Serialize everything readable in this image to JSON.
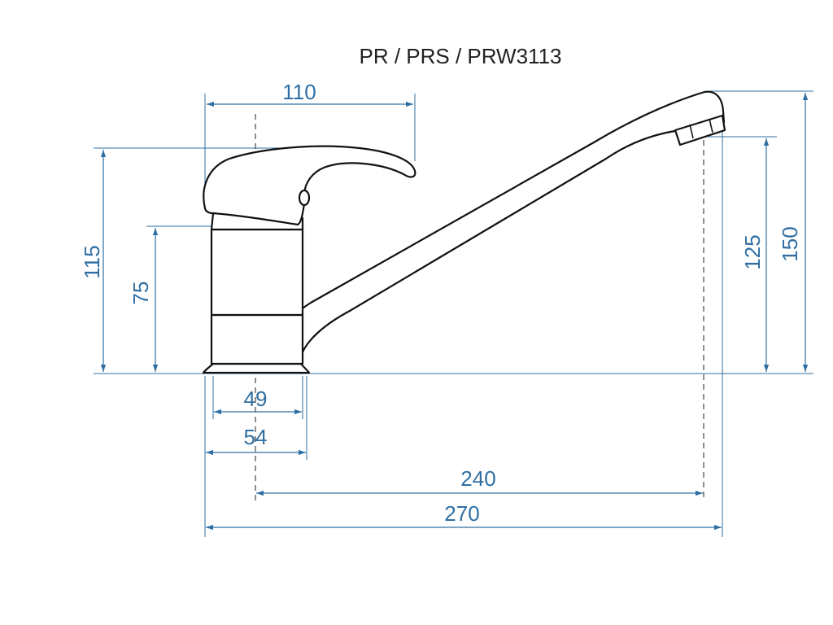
{
  "title": "PR / PRS / PRW3113",
  "dimension_color": "#2f6fa3",
  "dimensions": {
    "handle_reach": "110",
    "total_height": "115",
    "body_height": "75",
    "base_diameter_inner": "49",
    "base_diameter_outer": "54",
    "spout_reach": "240",
    "total_length": "270",
    "spout_outlet_height": "125",
    "spout_top_height": "150"
  }
}
